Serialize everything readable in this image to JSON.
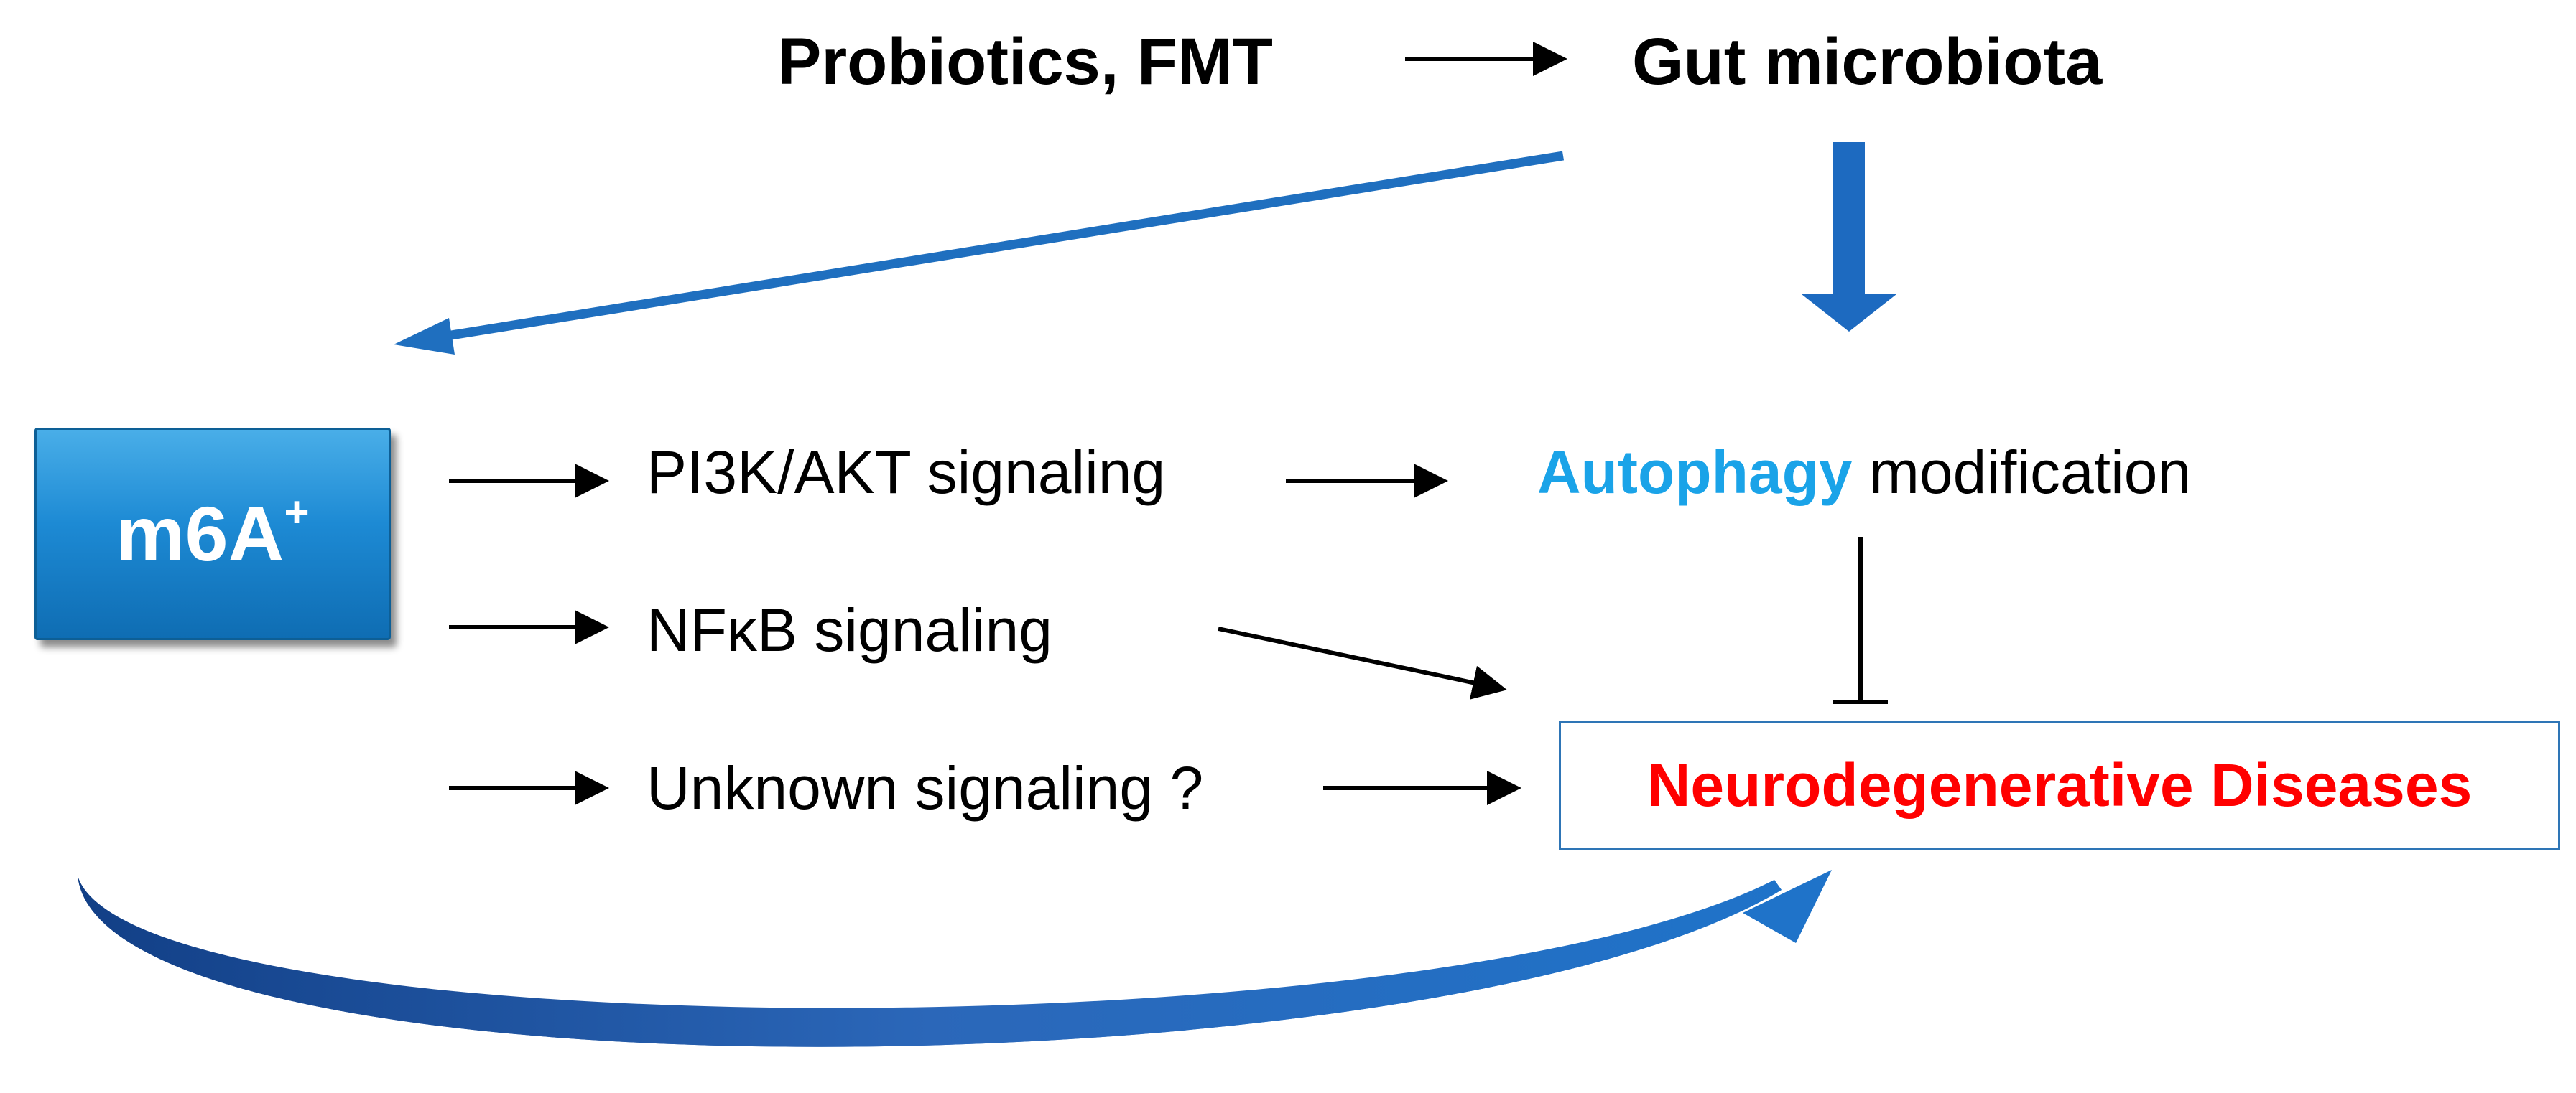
{
  "nodes": {
    "probiotics": "Probiotics, FMT",
    "gut_microbiota": "Gut microbiota",
    "m6a": {
      "text": "m6A",
      "superscript": "+"
    },
    "pi3k": "PI3K/AKT  signaling",
    "nfkb": "NFκB signaling",
    "unknown": "Unknown signaling ?",
    "autophagy": {
      "highlight": "Autophagy",
      "rest": " modification"
    },
    "neuro": "Neurodegenerative Diseases"
  },
  "colors": {
    "autophagy_highlight": "#1aa3e8",
    "neuro_text": "#ff0000",
    "blue_arrow": "#1f6fbf",
    "box_border": "#2e75b6",
    "m6a_box": "#1d8ad4"
  }
}
